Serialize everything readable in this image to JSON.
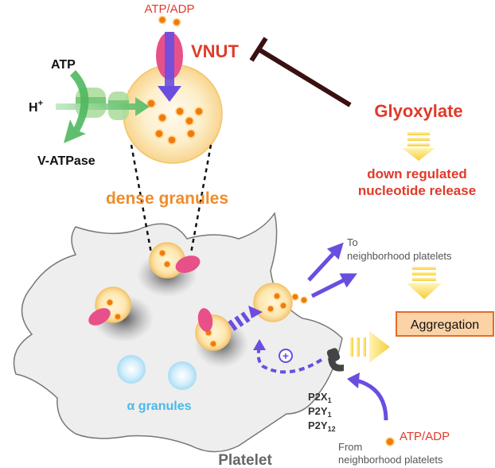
{
  "labels": {
    "atp_adp_top": "ATP/ADP",
    "vnut": "VNUT",
    "atp": "ATP",
    "h_plus": "H",
    "h_plus_sup": "+",
    "v_atpase": "V-ATPase",
    "glyoxylate": "Glyoxylate",
    "down_regulated_line1": "down regulated",
    "down_regulated_line2": "nucleotide release",
    "dense_granules": "dense granules",
    "to_neighbors_line1": "To",
    "to_neighbors_line2": "neighborhood platelets",
    "aggregation": "Aggregation",
    "plus_symbol": "+",
    "p2x1": "P2X",
    "p2x1_sub": "1",
    "p2y1": "P2Y",
    "p2y1_sub": "1",
    "p2y12": "P2Y",
    "p2y12_sub": "12",
    "alpha_granules": "α granules",
    "atp_adp_bottom": "ATP/ADP",
    "from_neighbors_line1": "From",
    "from_neighbors_line2": "neighborhood platelets",
    "platelet": "Platelet"
  },
  "colors": {
    "orange_text": "#f08c2a",
    "red_text": "#e03a2a",
    "purple": "#6a4ee0",
    "green": "#5cbd6a",
    "granule_fill": "#fde9b8",
    "nucleotide": "#f07a10",
    "vnut_pink": "#e8508a",
    "inhibitor_line": "#3a1010",
    "yellow_arrow": "#f7d64a",
    "aggregation_fill": "#fbd3a6",
    "aggregation_border": "#e86a2a",
    "alpha_blue": "#49b8ea",
    "platelet_fill": "#eeeeee"
  }
}
